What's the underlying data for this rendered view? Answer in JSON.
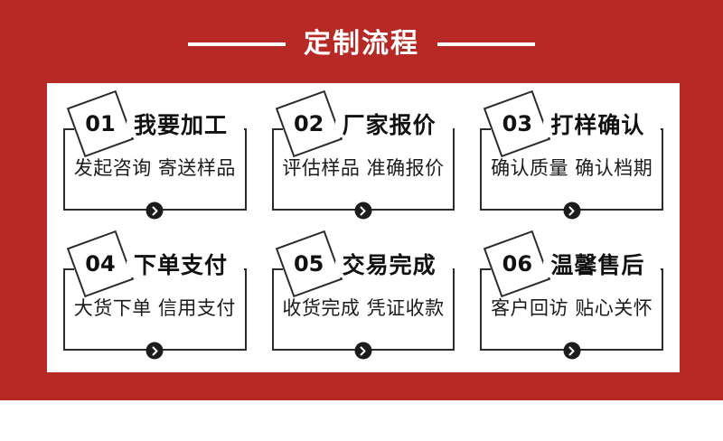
{
  "header": {
    "title": "定制流程",
    "rule_left": "horizontal-rule",
    "rule_right": "horizontal-rule"
  },
  "colors": {
    "banner_red": "#b62925",
    "panel_white": "#ffffff",
    "ink": "#111111",
    "frame": "#2b2b2b"
  },
  "steps": [
    {
      "number": "01",
      "title": "我要加工",
      "sub": "发起咨询 寄送样品",
      "arrow": "chevron-right-icon"
    },
    {
      "number": "02",
      "title": "厂家报价",
      "sub": "评估样品 准确报价",
      "arrow": "chevron-right-icon"
    },
    {
      "number": "03",
      "title": "打样确认",
      "sub": "确认质量 确认档期",
      "arrow": "chevron-right-icon"
    },
    {
      "number": "04",
      "title": "下单支付",
      "sub": "大货下单 信用支付",
      "arrow": "chevron-right-icon"
    },
    {
      "number": "05",
      "title": "交易完成",
      "sub": "收货完成 凭证收款",
      "arrow": "chevron-right-icon"
    },
    {
      "number": "06",
      "title": "温馨售后",
      "sub": "客户回访 贴心关怀",
      "arrow": "chevron-right-icon"
    }
  ]
}
